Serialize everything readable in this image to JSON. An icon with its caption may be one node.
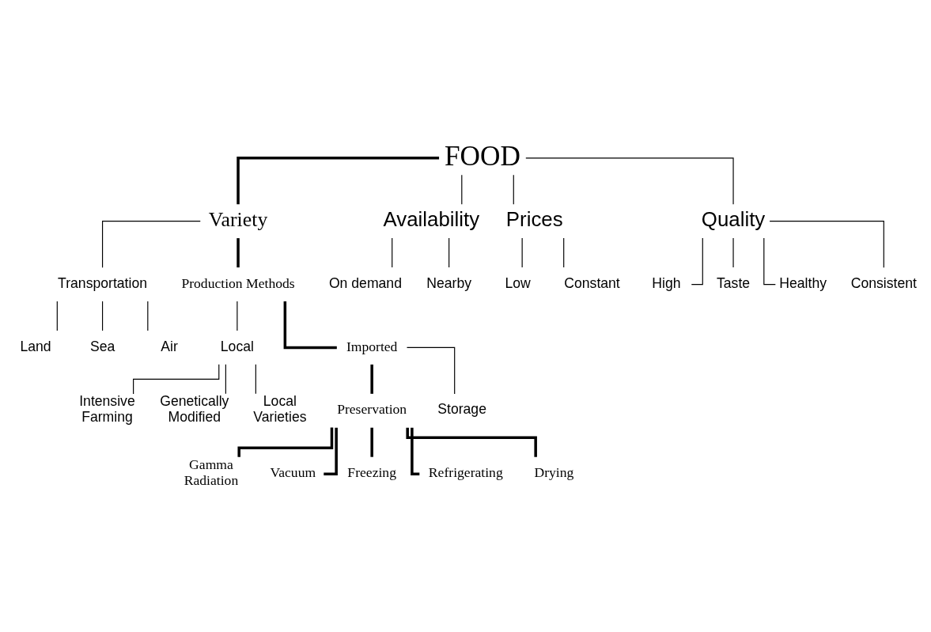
{
  "diagram": {
    "nodes": [
      {
        "text": [
          "FOOD"
        ]
      },
      {
        "text": [
          "Variety"
        ]
      },
      {
        "text": [
          "Availability"
        ]
      },
      {
        "text": [
          "Prices"
        ]
      },
      {
        "text": [
          "Quality"
        ]
      },
      {
        "text": [
          "On demand"
        ]
      },
      {
        "text": [
          "Nearby"
        ]
      },
      {
        "text": [
          "Low"
        ]
      },
      {
        "text": [
          "Constant"
        ]
      },
      {
        "text": [
          "High"
        ]
      },
      {
        "text": [
          "Taste"
        ]
      },
      {
        "text": [
          "Healthy"
        ]
      },
      {
        "text": [
          "Consistent"
        ]
      },
      {
        "text": [
          "Transportation"
        ]
      },
      {
        "text": [
          "Production Methods"
        ]
      },
      {
        "text": [
          "Land"
        ]
      },
      {
        "text": [
          "Sea"
        ]
      },
      {
        "text": [
          "Air"
        ]
      },
      {
        "text": [
          "Local"
        ]
      },
      {
        "text": [
          "Imported"
        ]
      },
      {
        "text": [
          "Intensive Farming"
        ]
      },
      {
        "text": [
          "Genetically Modified"
        ]
      },
      {
        "text": [
          "Local Varieties"
        ]
      },
      {
        "text": [
          "Preservation"
        ]
      },
      {
        "text": [
          "Storage"
        ]
      },
      {
        "text": [
          "Gamma Radiation"
        ]
      },
      {
        "text": [
          "Vacuum"
        ]
      },
      {
        "text": [
          "Freezing"
        ]
      },
      {
        "text": [
          "Refrigerating"
        ]
      },
      {
        "text": [
          "Drying"
        ]
      }
    ],
    "edges": [
      {
        "from": 0,
        "to": 1,
        "arrow": "none",
        "style": "thick"
      },
      {
        "from": 0,
        "to": 2,
        "arrow": "none"
      },
      {
        "from": 0,
        "to": 3,
        "arrow": "none"
      },
      {
        "from": 0,
        "to": 4,
        "arrow": "none"
      },
      {
        "from": 2,
        "to": 5,
        "arrow": "none"
      },
      {
        "from": 2,
        "to": 6,
        "arrow": "none"
      },
      {
        "from": 3,
        "to": 7,
        "arrow": "none"
      },
      {
        "from": 3,
        "to": 8,
        "arrow": "none"
      },
      {
        "from": 4,
        "to": 9,
        "arrow": "none"
      },
      {
        "from": 4,
        "to": 10,
        "arrow": "none"
      },
      {
        "from": 4,
        "to": 11,
        "arrow": "none"
      },
      {
        "from": 4,
        "to": 12,
        "arrow": "none"
      },
      {
        "from": 1,
        "to": 13,
        "arrow": "none"
      },
      {
        "from": 1,
        "to": 14,
        "arrow": "none",
        "style": "thick"
      },
      {
        "from": 13,
        "to": 15,
        "arrow": "none"
      },
      {
        "from": 13,
        "to": 16,
        "arrow": "none"
      },
      {
        "from": 13,
        "to": 17,
        "arrow": "none"
      },
      {
        "from": 14,
        "to": 18,
        "arrow": "none"
      },
      {
        "from": 14,
        "to": 19,
        "arrow": "none",
        "style": "thick"
      },
      {
        "from": 18,
        "to": 20,
        "arrow": "none"
      },
      {
        "from": 18,
        "to": 21,
        "arrow": "none"
      },
      {
        "from": 18,
        "to": 22,
        "arrow": "none"
      },
      {
        "from": 19,
        "to": 23,
        "arrow": "none",
        "style": "thick"
      },
      {
        "from": 19,
        "to": 24,
        "arrow": "none"
      },
      {
        "from": 23,
        "to": 25,
        "arrow": "none",
        "style": "thick"
      },
      {
        "from": 23,
        "to": 26,
        "arrow": "none",
        "style": "thick"
      },
      {
        "from": 23,
        "to": 27,
        "arrow": "none",
        "style": "thick"
      },
      {
        "from": 23,
        "to": 28,
        "arrow": "none",
        "style": "thick"
      },
      {
        "from": 23,
        "to": 29,
        "arrow": "none",
        "style": "thick"
      }
    ]
  }
}
